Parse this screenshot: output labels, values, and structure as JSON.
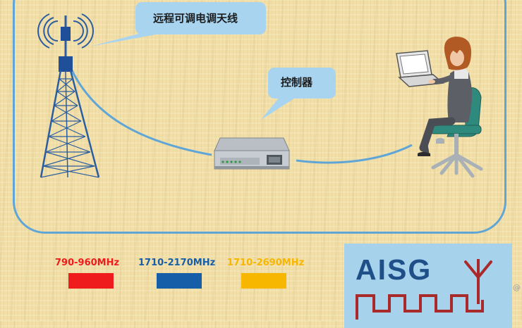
{
  "callouts": {
    "antenna_label": "远程可调电调天线",
    "controller_label": "控制器"
  },
  "bands": [
    {
      "label": "790-960MHz",
      "color": "#ee1c1c"
    },
    {
      "label": "1710-2170MHz",
      "color": "#165ea8"
    },
    {
      "label": "1710-2690MHz",
      "color": "#f7b600"
    }
  ],
  "logo": {
    "text": "AISG",
    "text_color": "#1f4f88",
    "signal_color": "#a82a2a"
  },
  "watermark": "@",
  "colors": {
    "frame": "#5fa6d6",
    "cable": "#5fa6d6",
    "tower": "#2a5ea0"
  },
  "icons": [
    "antenna-tower-icon",
    "controller-device-icon",
    "operator-at-laptop-icon",
    "antenna-logo-icon"
  ]
}
